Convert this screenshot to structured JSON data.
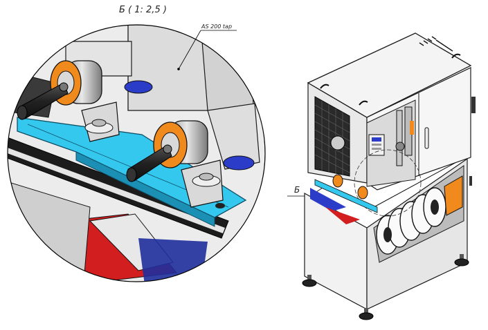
{
  "detail_view": {
    "title": "Б ( 1: 2,5 )",
    "callout": "AS 200 tap"
  },
  "main_view": {
    "section_marker": "Б"
  },
  "colors": {
    "frame": "#f2f2f2",
    "outline": "#1a1a1a",
    "rail_cyan": "#35c8ee",
    "roller_orange": "#f08a1c",
    "stand_blue": "#2b3cc8",
    "belt_red": "#d21e1e",
    "grille_dark": "#2a2a2a"
  }
}
